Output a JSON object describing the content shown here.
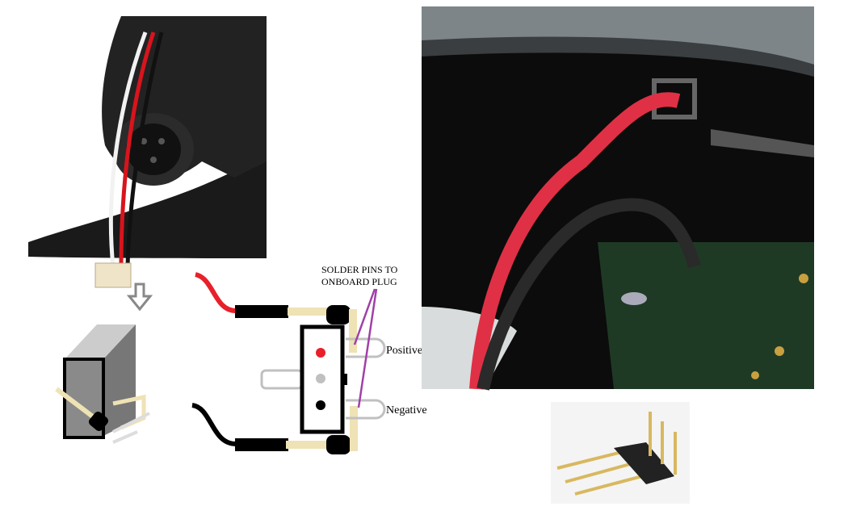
{
  "annotation": {
    "line1": "SOLDER PINS TO",
    "line2": "ONBOARD PLUG"
  },
  "labels": {
    "positive": "Positive",
    "negative": "Negative"
  },
  "colors": {
    "wire_red": "#e8202a",
    "wire_black": "#000000",
    "pin_beige": "#efe2b4",
    "pointer_purple": "#a040a8",
    "outline_gray": "#c0c0c0"
  },
  "icons": [
    "down-arrow-icon"
  ]
}
